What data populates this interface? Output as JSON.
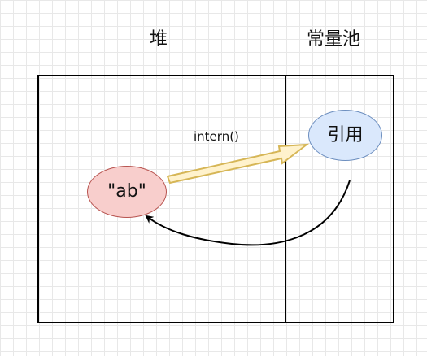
{
  "labels": {
    "heap": "堆",
    "constant_pool": "常量池",
    "intern_edge": "intern()"
  },
  "nodes": {
    "string_ab": {
      "text": "\"ab\"",
      "fill": "#f8cecc",
      "stroke": "#b85450"
    },
    "reference": {
      "text": "引用",
      "fill": "#dae8fc",
      "stroke": "#6c8ebf"
    }
  },
  "edges": {
    "intern_arrow": {
      "from": "string_ab",
      "to": "reference",
      "fill": "#fff2cc",
      "stroke": "#d6b656"
    },
    "reference_arrow": {
      "from": "reference",
      "to": "string_ab",
      "stroke": "#000000"
    }
  }
}
